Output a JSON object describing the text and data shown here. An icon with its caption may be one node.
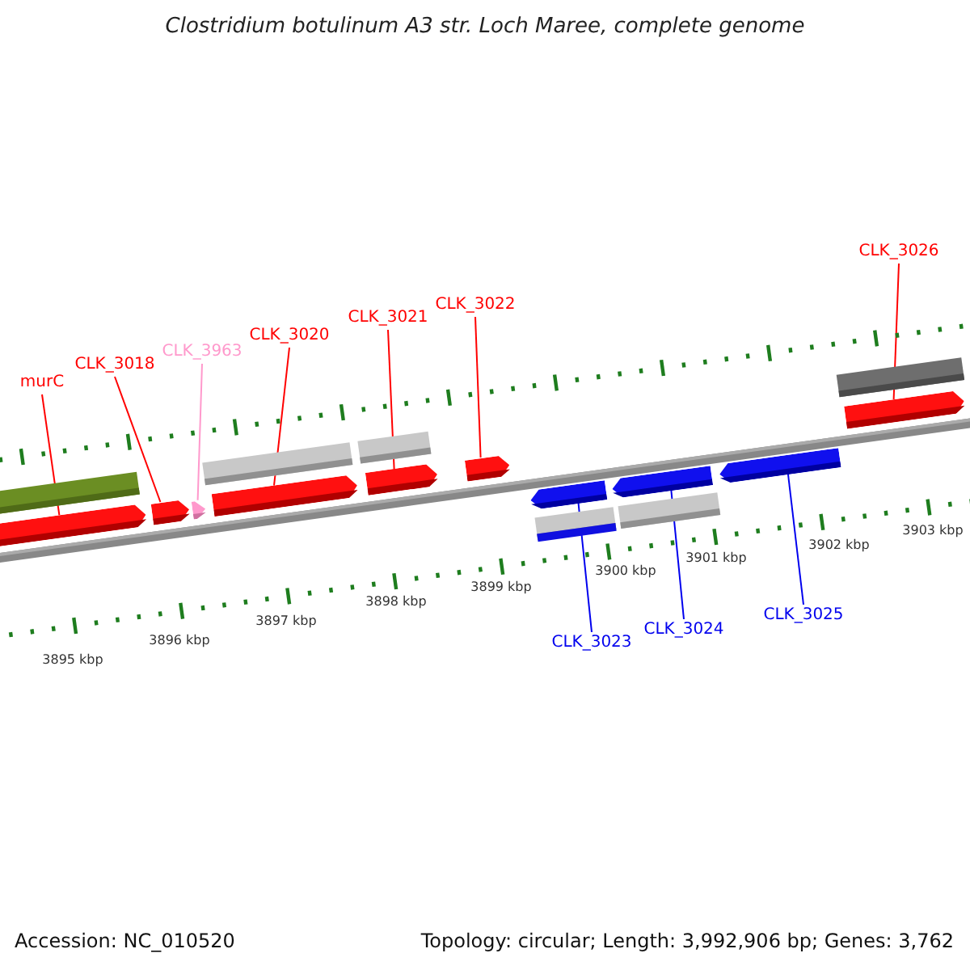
{
  "diagram": {
    "title": "Clostridium botulinum A3 str. Loch Maree, complete genome",
    "nodes": [
      {
        "text": [
          "murC"
        ]
      },
      {
        "text": [
          "CLK_3018"
        ]
      },
      {
        "text": [
          "CLK_3963"
        ]
      },
      {
        "text": [
          "CLK_3020"
        ]
      },
      {
        "text": [
          "CLK_3021"
        ]
      },
      {
        "text": [
          "CLK_3022"
        ]
      },
      {
        "text": [
          "CLK_3026"
        ]
      },
      {
        "text": [
          "CLK_3023"
        ]
      },
      {
        "text": [
          "CLK_3024"
        ]
      },
      {
        "text": [
          "CLK_3025"
        ]
      },
      {
        "text": [],
        "shape": "arrow"
      },
      {
        "text": [],
        "shape": "arrow"
      },
      {
        "text": [],
        "shape": "arrow"
      },
      {
        "text": [],
        "shape": "arrow"
      },
      {
        "text": [],
        "shape": "arrow"
      },
      {
        "text": [],
        "shape": "arrow"
      },
      {
        "text": [],
        "shape": "arrow"
      },
      {
        "text": [],
        "shape": "arrow"
      },
      {
        "text": [],
        "shape": "arrow"
      },
      {
        "text": [],
        "shape": "arrow"
      }
    ],
    "edges": [
      {
        "from": 0,
        "to": 10,
        "arrow": "none"
      },
      {
        "from": 1,
        "to": 11,
        "arrow": "none"
      },
      {
        "from": 2,
        "to": 12,
        "arrow": "none",
        "color": "#ff99cc"
      },
      {
        "from": 3,
        "to": 13,
        "arrow": "none"
      },
      {
        "from": 4,
        "to": 14,
        "arrow": "none"
      },
      {
        "from": 5,
        "to": 15,
        "arrow": "none"
      },
      {
        "from": 6,
        "to": 16,
        "arrow": "none"
      },
      {
        "from": 7,
        "to": 17,
        "arrow": "none",
        "color": "#0000ee"
      },
      {
        "from": 8,
        "to": 18,
        "arrow": "none",
        "color": "#0000ee"
      },
      {
        "from": 9,
        "to": 19,
        "arrow": "none",
        "color": "#0000ee"
      }
    ],
    "labels": [
      "3895 kbp",
      "3896 kbp",
      "3897 kbp",
      "3898 kbp",
      "3899 kbp",
      "3900 kbp",
      "3901 kbp",
      "3902 kbp",
      "3903 kbp",
      "Accession: NC_010520",
      "Topology: circular; Length: 3,992,906 bp; Genes: 3,762"
    ]
  }
}
